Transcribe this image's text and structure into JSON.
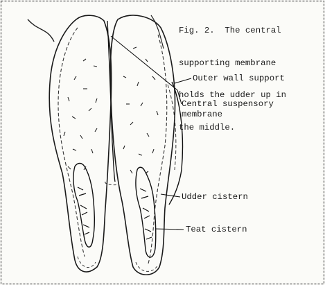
{
  "figure": {
    "caption_lines": [
      "Fig. 2.  The central",
      "supporting membrane",
      "holds the udder up in",
      "the middle."
    ],
    "labels": {
      "outer_wall": "Outer wall support",
      "central_membrane_line1": "Central suspensory",
      "central_membrane_line2": "membrane",
      "udder_cistern": "Udder cistern",
      "teat_cistern": "Teat cistern"
    }
  }
}
